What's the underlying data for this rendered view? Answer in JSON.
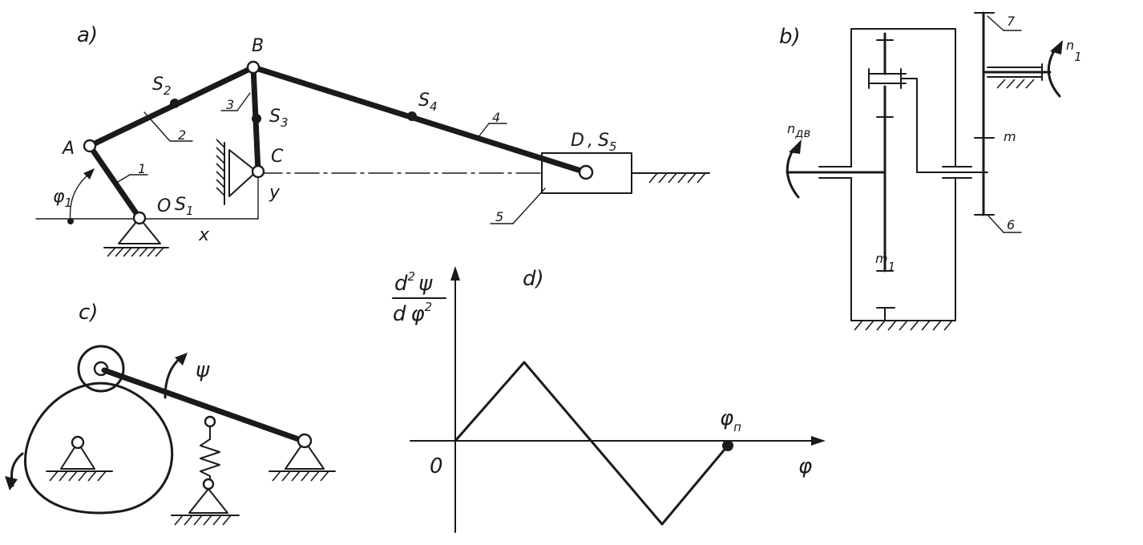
{
  "panels": {
    "a": {
      "label": "a)",
      "points": {
        "A": "A",
        "B": "B",
        "C": "C",
        "O": "O",
        "D": "D",
        "y": "y",
        "x": "x"
      },
      "S1": {
        "base": "S",
        "sub": "1"
      },
      "S2": {
        "base": "S",
        "sub": "2"
      },
      "S3": {
        "base": "S",
        "sub": "3"
      },
      "S4": {
        "base": "S",
        "sub": "4"
      },
      "S5": {
        "base": "S",
        "sub": "5"
      },
      "D_sep": ",",
      "phi1": {
        "base": "φ",
        "sub": "1"
      },
      "links": [
        "1",
        "2",
        "3",
        "4",
        "5"
      ]
    },
    "b": {
      "label": "b)",
      "n_dv": {
        "base": "n",
        "sub": "дв"
      },
      "n1": {
        "base": "n",
        "sub": "1"
      },
      "m": "m",
      "m1": {
        "base": "m",
        "sub": "1"
      },
      "gears": [
        "7",
        "6"
      ]
    },
    "c": {
      "label": "c)",
      "psi": "ψ"
    },
    "d": {
      "label": "d)",
      "ylabel_num": {
        "d": "d",
        "exp": "2",
        "var": "ψ"
      },
      "ylabel_den": {
        "d": "d",
        "var": "φ",
        "exp": "2"
      },
      "xlabel": "φ",
      "origin": "0",
      "phi_n": {
        "base": "φ",
        "sub": "п"
      }
    }
  }
}
